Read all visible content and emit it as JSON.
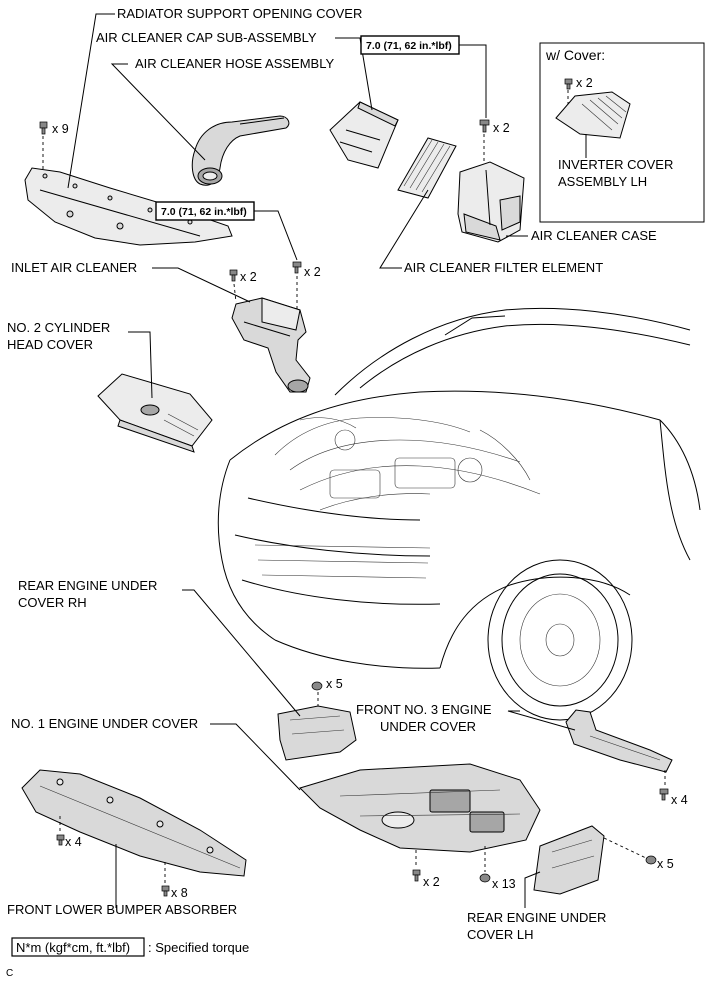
{
  "labels": {
    "radiator_support_opening_cover": "RADIATOR SUPPORT OPENING COVER",
    "air_cleaner_cap_sub_assembly": "AIR CLEANER CAP SUB-ASSEMBLY",
    "air_cleaner_hose_assembly": "AIR CLEANER HOSE ASSEMBLY",
    "inlet_air_cleaner": "INLET AIR CLEANER",
    "no2_cylinder_head_cover_line1": "NO. 2 CYLINDER",
    "no2_cylinder_head_cover_line2": "HEAD COVER",
    "air_cleaner_case": "AIR CLEANER CASE",
    "air_cleaner_filter_element": "AIR CLEANER FILTER ELEMENT",
    "inverter_cover_line1": "INVERTER COVER",
    "inverter_cover_line2": "ASSEMBLY LH",
    "rear_engine_under_cover_rh_line1": "REAR ENGINE UNDER",
    "rear_engine_under_cover_rh_line2": "COVER RH",
    "no1_engine_under_cover": "NO. 1 ENGINE UNDER COVER",
    "front_no3_engine_under_cover_line1": "FRONT NO. 3 ENGINE",
    "front_no3_engine_under_cover_line2": "UNDER COVER",
    "front_lower_bumper_absorber": "FRONT LOWER BUMPER ABSORBER",
    "rear_engine_under_cover_lh_line1": "REAR ENGINE UNDER",
    "rear_engine_under_cover_lh_line2": "COVER LH"
  },
  "with_cover_box": {
    "title": "w/ Cover:"
  },
  "torque_specs": {
    "air_cleaner_case_bolt": "7.0 (71, 62 in.*lbf)",
    "inlet_air_cleaner_bolt": "7.0 (71, 62 in.*lbf)"
  },
  "fastener_counts": {
    "radiator_cover": "x 9",
    "air_cleaner_case": "x 2",
    "inverter_cover": "x 2",
    "inlet_air_cleaner_left": "x 2",
    "inlet_air_cleaner_right": "x 2",
    "rear_rh": "x 5",
    "front_no3": "x 4",
    "bumper_absorber_upper": "x 4",
    "bumper_absorber_lower": "x 8",
    "no1_under_cover_left": "x 2",
    "no1_under_cover_right": "x 13",
    "rear_lh": "x 5"
  },
  "legend": {
    "symbol": "N*m (kgf*cm, ft.*lbf)",
    "description": ": Specified torque"
  },
  "figure_code": "C"
}
